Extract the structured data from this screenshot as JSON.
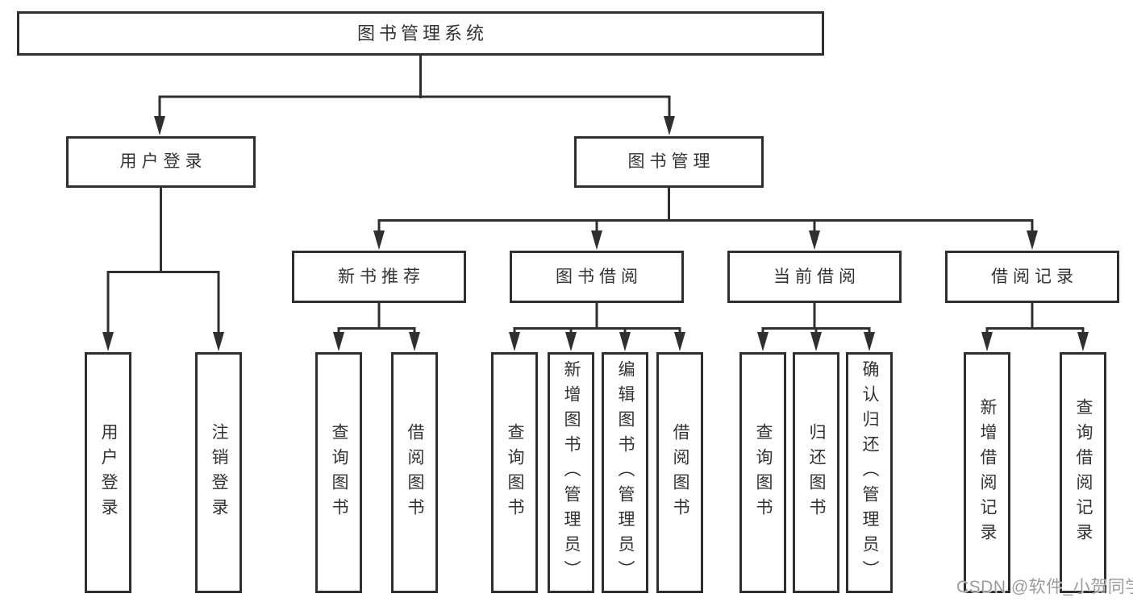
{
  "colors": {
    "line": "#2f2f2f",
    "box_border": "#2f2f2f",
    "text": "#333333",
    "background": "#ffffff",
    "watermark_text": "#9c9c9c"
  },
  "watermark": "CSDN @软件_小贺同学",
  "tree": {
    "root": {
      "label": "图书管理系统",
      "children": [
        {
          "label": "用户登录",
          "children": [
            {
              "label": "用户登录"
            },
            {
              "label": "注销登录"
            }
          ]
        },
        {
          "label": "图书管理",
          "children": [
            {
              "label": "新书推荐",
              "children": [
                {
                  "label": "查询图书"
                },
                {
                  "label": "借阅图书"
                }
              ]
            },
            {
              "label": "图书借阅",
              "children": [
                {
                  "label": "查询图书"
                },
                {
                  "label": "新增图书（管理员）"
                },
                {
                  "label": "编辑图书（管理员）"
                },
                {
                  "label": "借阅图书"
                }
              ]
            },
            {
              "label": "当前借阅",
              "children": [
                {
                  "label": "查询图书"
                },
                {
                  "label": "归还图书"
                },
                {
                  "label": "确认归还（管理员）"
                }
              ]
            },
            {
              "label": "借阅记录",
              "children": [
                {
                  "label": "新增借阅记录"
                },
                {
                  "label": "查询借阅记录"
                }
              ]
            }
          ]
        }
      ]
    }
  }
}
